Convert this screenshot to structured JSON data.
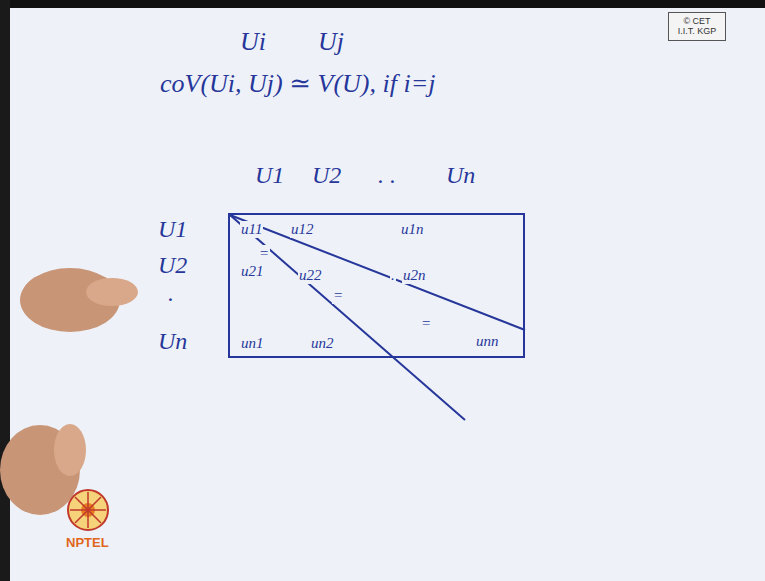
{
  "diagram": {
    "nodes": [
      {
        "text": [
          "© CET I.I.T. KGP"
        ]
      },
      {
        "text": [
          "u11",
          "u12",
          "u1n",
          "=",
          "u21",
          "u22",
          "=",
          ".",
          "u2n",
          "=",
          "un1",
          "un2",
          "unn"
        ]
      }
    ],
    "labels": [
      "Ui",
      "Uj",
      "coV(Ui, Uj) ≃ V(U), if i=j",
      "U1",
      "U2",
      ". .",
      "Un",
      "U1",
      "U2",
      ".",
      "Un",
      "NPTEL"
    ]
  }
}
